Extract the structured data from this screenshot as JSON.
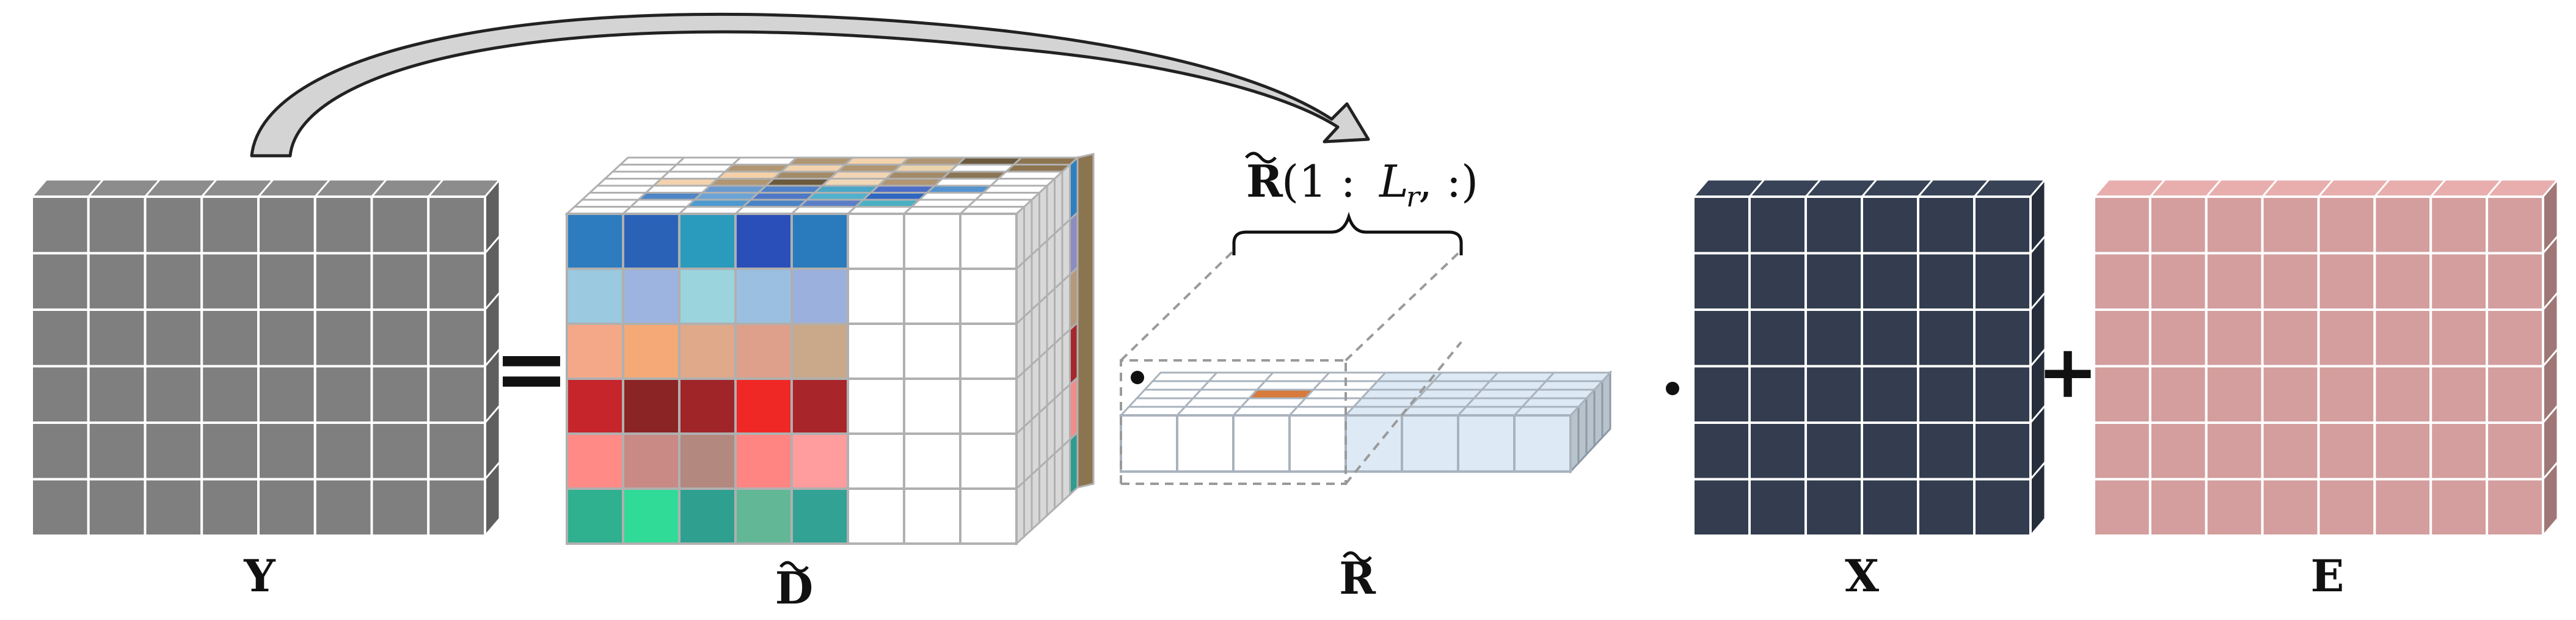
{
  "labels": {
    "y": "Y",
    "d": "D",
    "r": "R",
    "x": "X",
    "e": "E",
    "brace_bold": "R",
    "brace_open": "(1 :",
    "brace_var": "L",
    "brace_sub": "r",
    "brace_close": ", :)"
  },
  "operators": {
    "equals": "=",
    "plus": "+"
  },
  "colors": {
    "y": "#7f7f7f",
    "x": "#333d4f",
    "e": "#d39e9d",
    "r_light": "#dde9f5",
    "r_highlight": "#d77a3c",
    "d_rows": [
      [
        "#2c7cbf",
        "#2a62b8",
        "#2a9bbd",
        "#2a4fb9",
        "#2a7bbd"
      ],
      [
        "#9ac9e0",
        "#9db4e0",
        "#9cd4de",
        "#9bbfe0",
        "#9cb0de"
      ],
      [
        "#f5a887",
        "#f4a977",
        "#e0a98a",
        "#dea08a",
        "#caa98a"
      ],
      [
        "#c5252b",
        "#8b2424",
        "#a02529",
        "#ef2826",
        "#a8252a"
      ],
      [
        "#ff8a86",
        "#c98985",
        "#b3887f",
        "#ff8583",
        "#ff9c9e"
      ],
      [
        "#2fb08e",
        "#30db98",
        "#2fa090",
        "#62b896",
        "#31a294"
      ]
    ],
    "d_top_rows": [
      [
        "#ffffff",
        "#ffffff",
        "#ffffff",
        "#b09672",
        "#f4d2ab",
        "#b09672",
        "#6b5a3c",
        "#8d7550"
      ],
      [
        "#ffffff",
        "#ffffff",
        "#b09672",
        "#f3d3ad",
        "#b09672",
        "#ebd3ad",
        "#ffffff",
        "#8d7550"
      ],
      [
        "#ffffff",
        "#ffffff",
        "#f5d0a8",
        "#a38b68",
        "#f2d5b5",
        "#a38b68",
        "#8b7555",
        "#ffffff"
      ],
      [
        "#ffffff",
        "#f3d3ad",
        "#b09672",
        "#6b5a3c",
        "#f0d7b8",
        "#b09672",
        "#ffffff",
        "#ffffff"
      ],
      [
        "#ffffff",
        "#ffffff",
        "#6a9bd0",
        "#4f82c8",
        "#4aa6c8",
        "#4d6ec8",
        "#5594d0",
        "#ffffff"
      ],
      [
        "#ffffff",
        "#4e86c8",
        "#6aa4d6",
        "#4e78c8",
        "#51b1cc",
        "#2f66c2",
        "#ffffff",
        "#ffffff"
      ],
      [
        "#ffffff",
        "#ffffff",
        "#4d9ad0",
        "#4a82c6",
        "#5a7ec8",
        "#4ab0c4",
        "#ffffff",
        "#ffffff"
      ]
    ],
    "d_side_cols": [
      "#2d7fbf",
      "#8c8cc0",
      "#b6987a",
      "#a3272c",
      "#f08e8d",
      "#2e9c8f"
    ],
    "d_back_face": "#8b7550"
  }
}
